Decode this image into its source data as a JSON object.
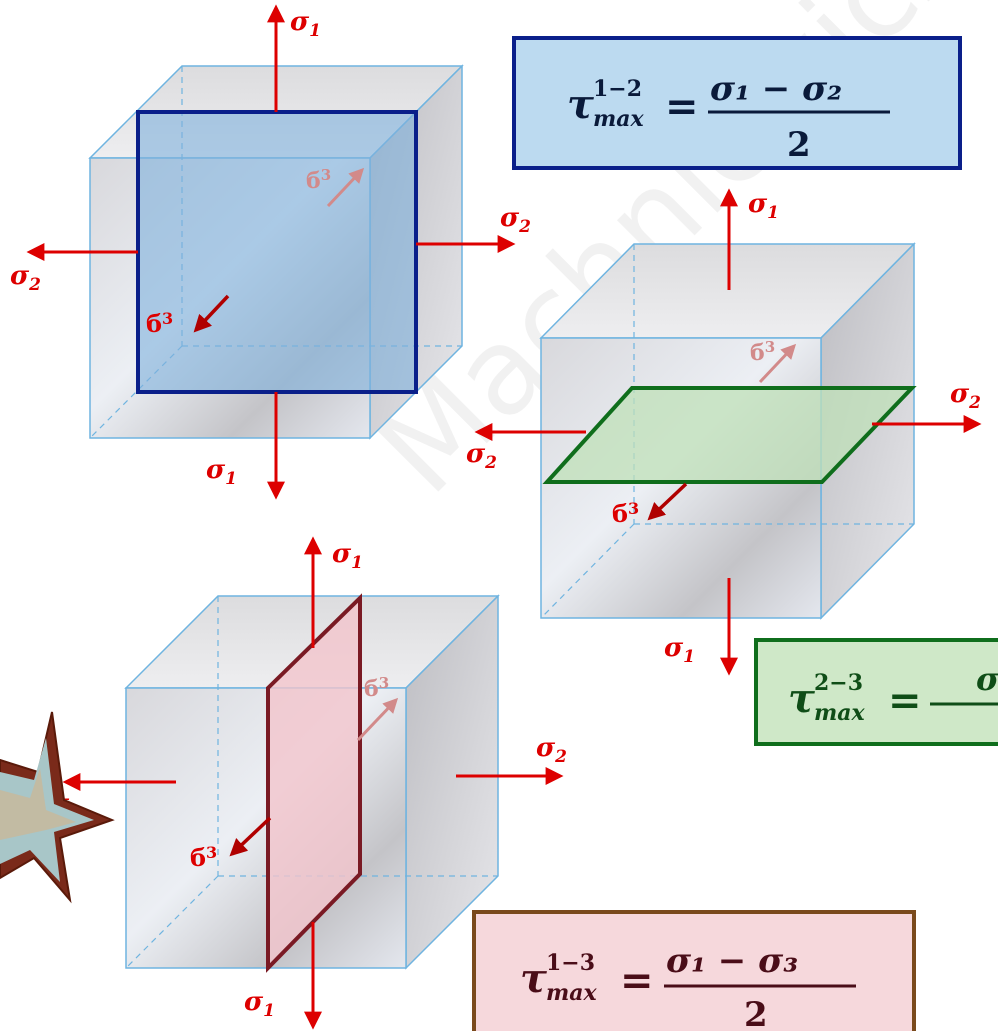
{
  "labels": {
    "sigma1": "σ",
    "sigma1_sub": "1",
    "sigma2": "σ",
    "sigma2_sub": "2",
    "sigma3": "б",
    "sigma3_sup": "3"
  },
  "formulas": {
    "f12": {
      "tau": "τ",
      "sup": "1−2",
      "sub": "max",
      "eq": "=",
      "num": "σ₁ − σ₂",
      "den": "2"
    },
    "f23": {
      "tau": "τ",
      "sup": "2−3",
      "sub": "max",
      "eq": "=",
      "num": "σ",
      "den": ""
    },
    "f13": {
      "tau": "τ",
      "sup": "1−3",
      "sub": "max",
      "eq": "=",
      "num": "σ₁ − σ₃",
      "den": "2"
    }
  },
  "watermark": "Machniewicz",
  "colors": {
    "arrow": "#dd0000",
    "faded_arrow": "#d28a8a",
    "cube_edge": "#6fb4e0",
    "plane12_fill": "#7fb1dc",
    "plane12_stroke": "#0a1f8a",
    "plane23_fill": "#bfe0b8",
    "plane23_stroke": "#0f6e1c",
    "plane13_fill": "#f2c4cc",
    "plane13_stroke": "#7a1a24",
    "box12_fill": "#bcdaf0",
    "box23_fill": "#cfe8c8",
    "box13_fill": "#f6d8dc",
    "box13_stroke": "#7a4a1c",
    "formula_text": "#0a1a3a",
    "formula_text_23": "#0f4d17",
    "formula_text_13": "#4a0d18"
  }
}
